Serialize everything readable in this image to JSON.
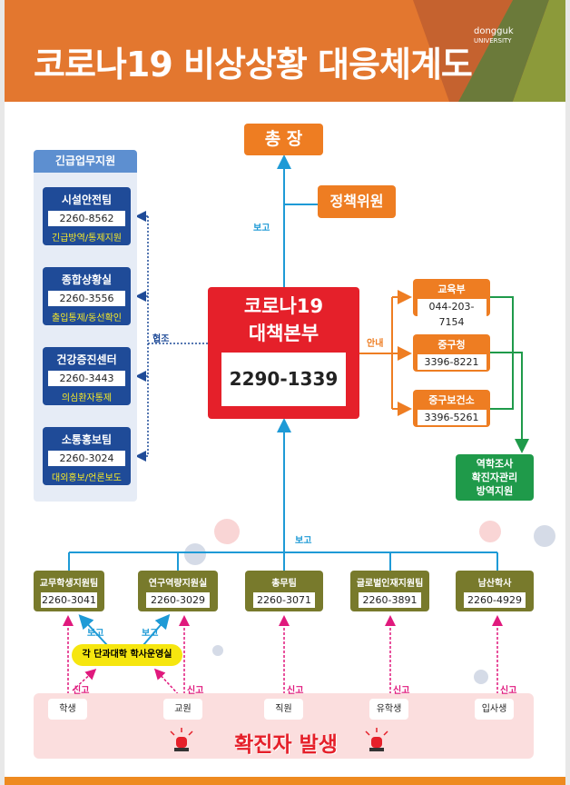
{
  "header": {
    "title": "코로나19 비상상황 대응체계도",
    "logo_name": "dongguk",
    "logo_sub": "UNIVERSITY"
  },
  "top": {
    "president": "총  장",
    "policy": "정책위원",
    "report": "보고"
  },
  "hq": {
    "title1": "코로나19",
    "title2": "대책본부",
    "phone": "2290-1339"
  },
  "left_panel": {
    "title": "긴급업무지원",
    "coop": "협조",
    "items": [
      {
        "name": "시설안전팀",
        "phone": "2260-8562",
        "role": "긴급방역/통제지원"
      },
      {
        "name": "종합상황실",
        "phone": "2260-3556",
        "role": "출입통제/동선확인"
      },
      {
        "name": "건강증진센터",
        "phone": "2260-3443",
        "role": "의심환자통제"
      },
      {
        "name": "소통홍보팀",
        "phone": "2260-3024",
        "role": "대외홍보/언론보도"
      }
    ]
  },
  "right_panel": {
    "guide": "안내",
    "items": [
      {
        "name": "교육부",
        "phone": "044-203-7154"
      },
      {
        "name": "중구청",
        "phone": "3396-8221"
      },
      {
        "name": "중구보건소",
        "phone": "3396-5261"
      }
    ],
    "support": [
      "역학조사",
      "확진자관리",
      "방역지원"
    ]
  },
  "bottom": {
    "report": "보고",
    "report_label": "신고",
    "college_office": "각 단과대학 학사운영실",
    "teams": [
      {
        "name": "교무학생지원팀",
        "phone": "2260-3041"
      },
      {
        "name": "연구역량지원실",
        "phone": "2260-3029"
      },
      {
        "name": "총무팀",
        "phone": "2260-3071"
      },
      {
        "name": "글로벌인재지원팀",
        "phone": "2260-3891"
      },
      {
        "name": "남산학사",
        "phone": "2260-4929"
      }
    ],
    "people": [
      "학생",
      "교원",
      "직원",
      "유학생",
      "입사생"
    ],
    "event": "확진자 발생"
  },
  "colors": {
    "orange": "#e3772f",
    "red": "#e5202a",
    "blue": "#1e9ad6",
    "navy": "#1f4b98",
    "green": "#1f9a4a",
    "olive": "#787a2c",
    "pink": "#e0197d"
  }
}
